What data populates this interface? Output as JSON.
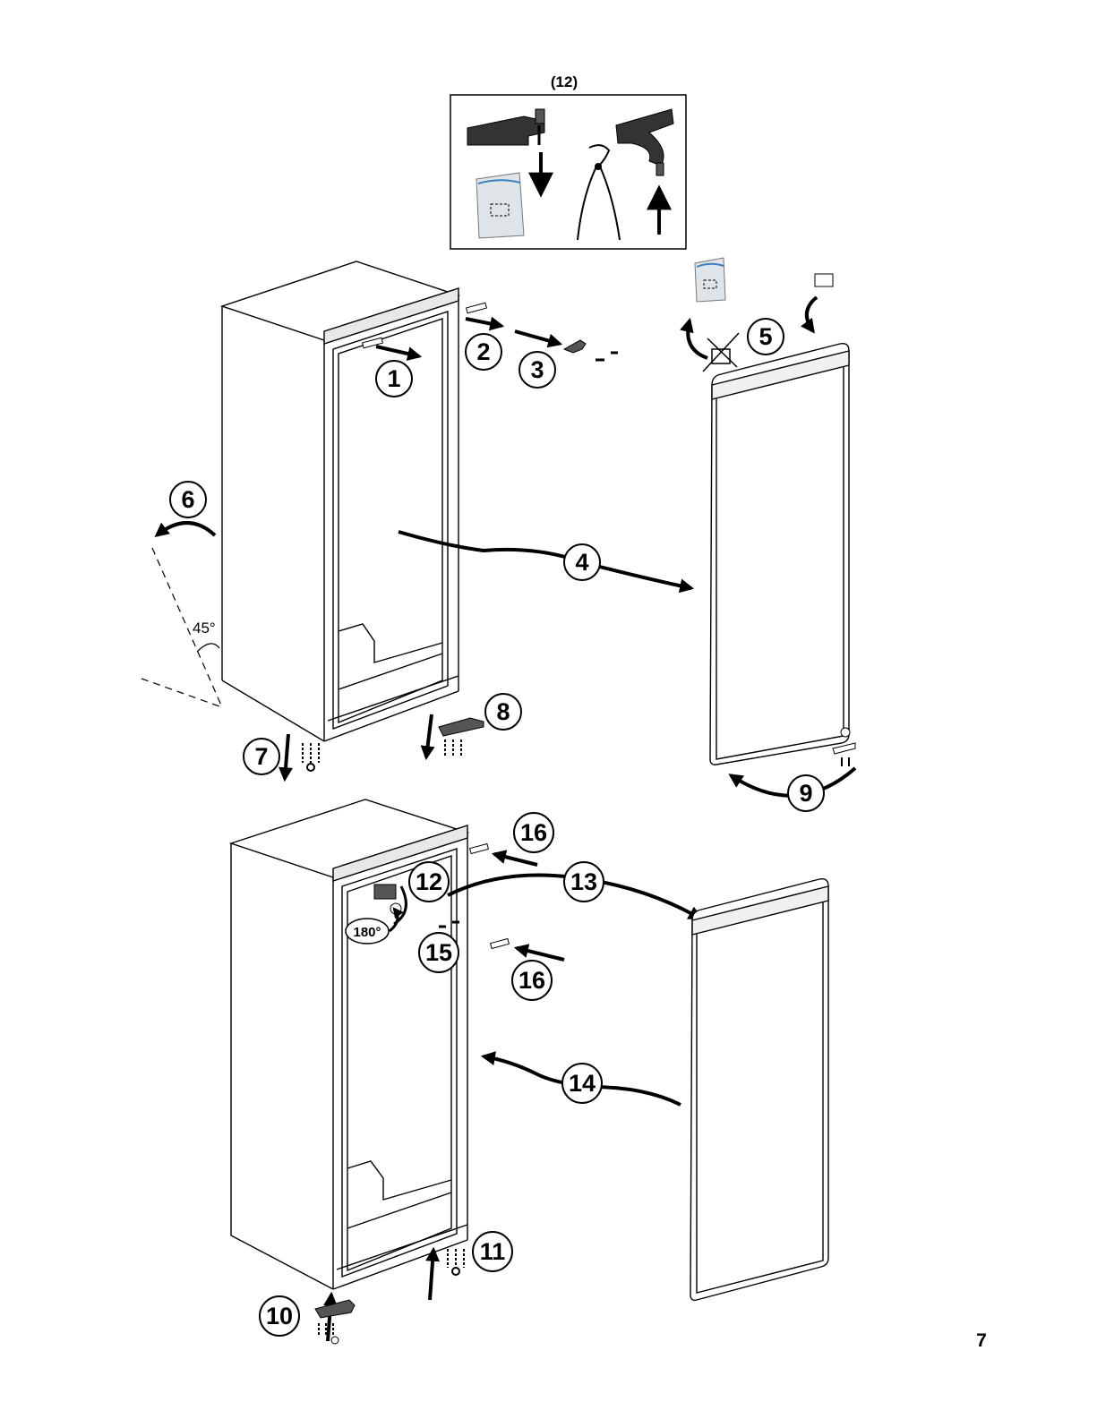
{
  "inset": {
    "label": "(12)"
  },
  "steps": {
    "s1": "1",
    "s2": "2",
    "s3": "3",
    "s4": "4",
    "s5": "5",
    "s6": "6",
    "s7": "7",
    "s8": "8",
    "s9": "9",
    "s10": "10",
    "s11": "11",
    "s12": "12",
    "s13": "13",
    "s14": "14",
    "s15": "15",
    "s16a": "16",
    "s16b": "16"
  },
  "angles": {
    "tilt": "45°",
    "rotate": "180°"
  },
  "page": {
    "number": "7"
  },
  "colors": {
    "ink": "#000000",
    "panel": "#f2f2f2",
    "bag": "#dfe4e8",
    "bag_stripe": "#3a7fc0"
  }
}
